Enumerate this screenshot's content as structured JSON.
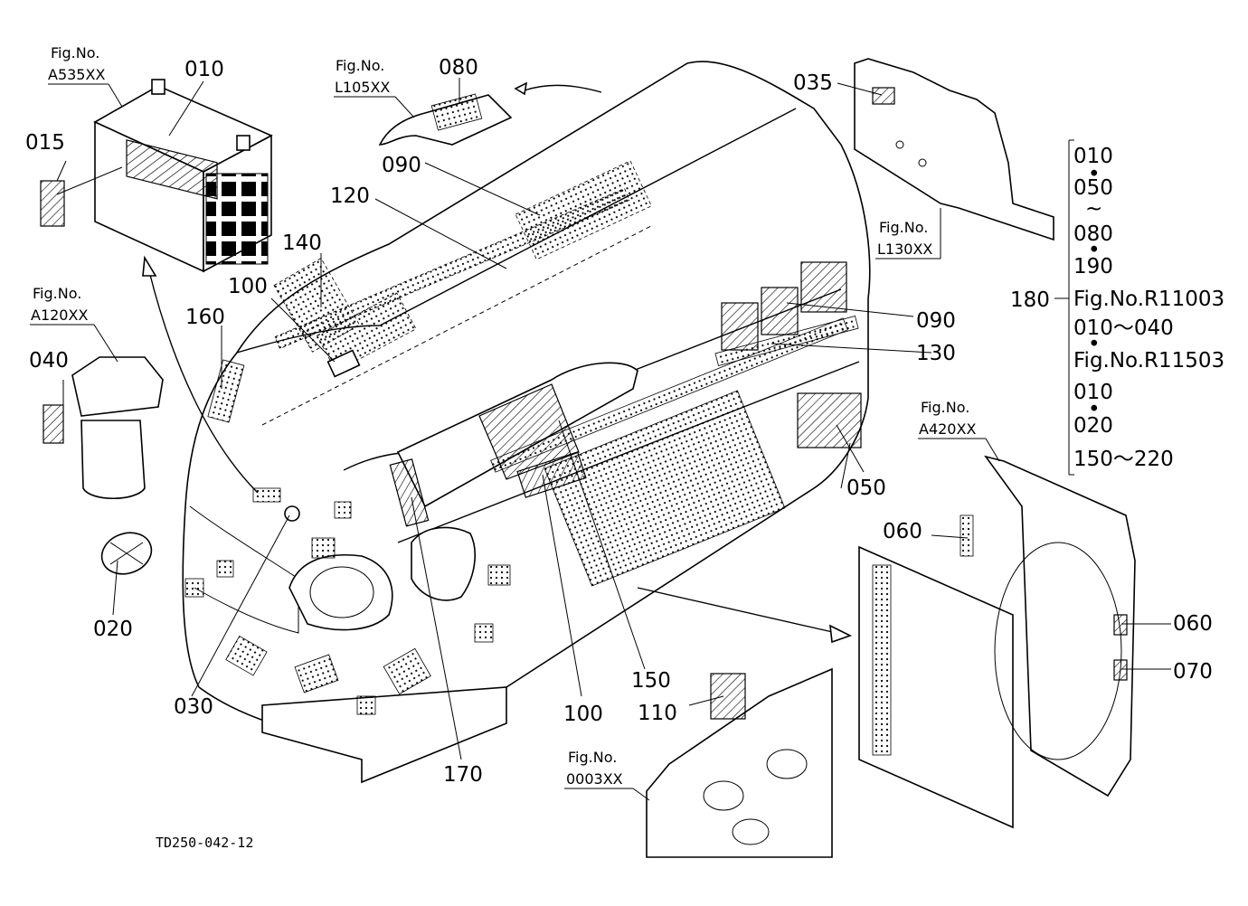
{
  "drawing_code": "TD250-042-12",
  "figure_refs": [
    {
      "id": "a535",
      "line1": "Fig.No.",
      "line2": "A535XX"
    },
    {
      "id": "l105",
      "line1": "Fig.No.",
      "line2": "L105XX"
    },
    {
      "id": "l130",
      "line1": "Fig.No.",
      "line2": "L130XX"
    },
    {
      "id": "a120",
      "line1": "Fig.No.",
      "line2": "A120XX"
    },
    {
      "id": "a420",
      "line1": "Fig.No.",
      "line2": "A420XX"
    },
    {
      "id": "0003",
      "line1": "Fig.No.",
      "line2": "0003XX"
    }
  ],
  "callouts": [
    {
      "id": "c010a",
      "text": "010"
    },
    {
      "id": "c015",
      "text": "015"
    },
    {
      "id": "c080",
      "text": "080"
    },
    {
      "id": "c090a",
      "text": "090"
    },
    {
      "id": "c120",
      "text": "120"
    },
    {
      "id": "c140",
      "text": "140"
    },
    {
      "id": "c100a",
      "text": "100"
    },
    {
      "id": "c160",
      "text": "160"
    },
    {
      "id": "c040",
      "text": "040"
    },
    {
      "id": "c020",
      "text": "020"
    },
    {
      "id": "c030",
      "text": "030"
    },
    {
      "id": "c170",
      "text": "170"
    },
    {
      "id": "c100b",
      "text": "100"
    },
    {
      "id": "c150",
      "text": "150"
    },
    {
      "id": "c110",
      "text": "110"
    },
    {
      "id": "c035",
      "text": "035"
    },
    {
      "id": "c090b",
      "text": "090"
    },
    {
      "id": "c130",
      "text": "130"
    },
    {
      "id": "c050",
      "text": "050"
    },
    {
      "id": "c060a",
      "text": "060"
    },
    {
      "id": "c060b",
      "text": "060"
    },
    {
      "id": "c070",
      "text": "070"
    },
    {
      "id": "c180",
      "text": "180"
    }
  ],
  "kit_list": [
    "010",
    "050",
    "080",
    "190",
    "Fig.No.R11003",
    "010～040",
    "Fig.No.R11503",
    "010",
    "020",
    "150～220"
  ],
  "kit_separators": [
    "•",
    "~",
    "•",
    "",
    "",
    "•",
    "",
    "•",
    ""
  ]
}
